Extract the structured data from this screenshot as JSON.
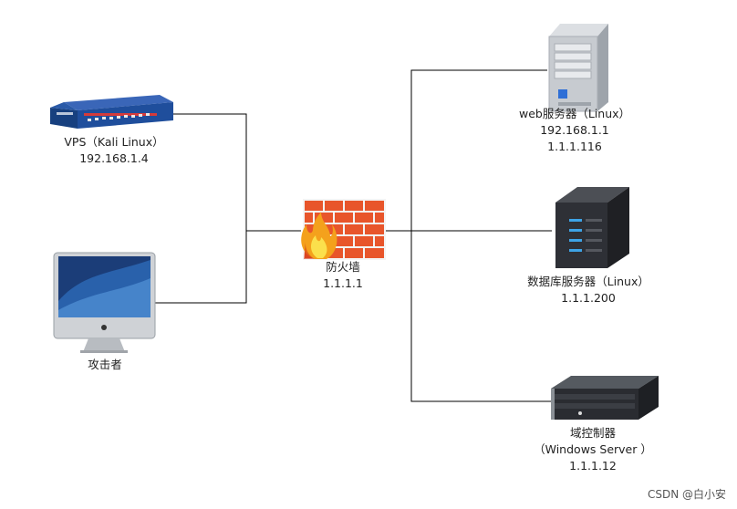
{
  "nodes": {
    "vps": {
      "name": "VPS（Kali Linux）",
      "ip": "192.168.1.4",
      "icon": "router-icon"
    },
    "attacker": {
      "name": "攻击者",
      "icon": "imac-icon"
    },
    "firewall": {
      "name": "防火墙",
      "ip": "1.1.1.1",
      "icon": "firewall-icon"
    },
    "web_server": {
      "name": "web服务器（Linux）",
      "ip_private": "192.168.1.1",
      "ip_public": "1.1.1.116",
      "icon": "tower-server-icon"
    },
    "db_server": {
      "name": "数据库服务器（Linux）",
      "ip": "1.1.1.200",
      "icon": "dark-server-icon"
    },
    "dc_server": {
      "name": "域控制器",
      "os": "（Windows Server ）",
      "ip": "1.1.1.12",
      "icon": "rack-server-icon"
    }
  },
  "colors": {
    "line": "#000000",
    "brick": "#e8552b",
    "mortar": "#f4f4f4",
    "router_blue": "#1f4e9c"
  },
  "watermark": "CSDN @白小安"
}
